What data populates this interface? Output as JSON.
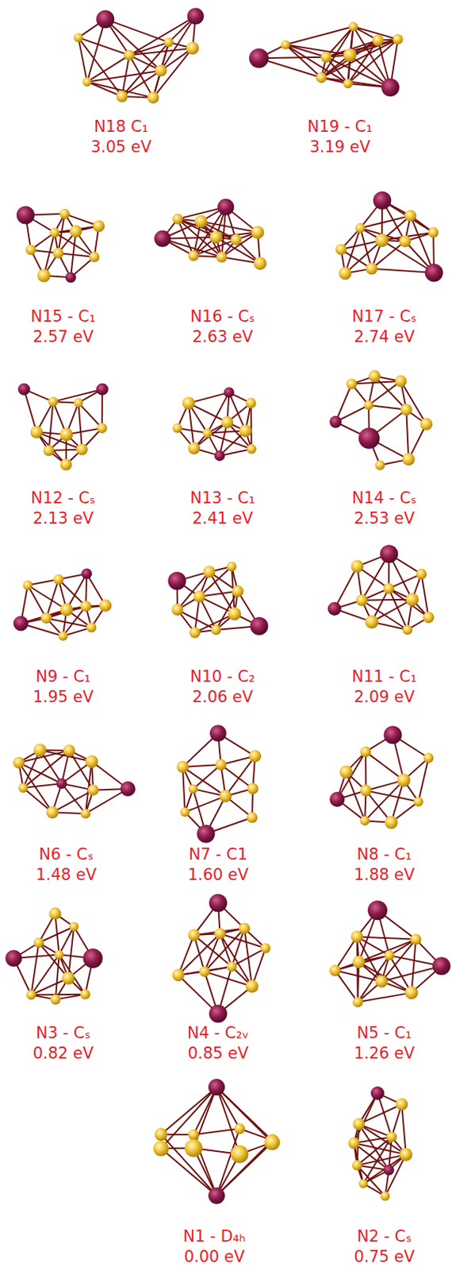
{
  "diagram": {
    "labels": [
      "N18 C₁",
      "3.05 eV",
      "N19 - C₁",
      "3.19 eV",
      "N15 - C₁",
      "2.57 eV",
      "N16 - Cₛ",
      "2.63 eV",
      "N17 - Cₛ",
      "2.74 eV",
      "N12 - Cₛ",
      "2.13 eV",
      "N13 - C₁",
      "2.41 eV",
      "N14 - Cₛ",
      "2.53 eV",
      "N9 - C₁",
      "1.95 eV",
      "N10 - C₂",
      "2.06 eV",
      "N11 - C₁",
      "2.09 eV",
      "N6 - Cₛ",
      "1.48 eV",
      "N7 - C1",
      "1.60 eV",
      "N8 - C₁",
      "1.88 eV",
      "N3 - Cₛ",
      "0.82 eV",
      "N4 - C₂ᵥ",
      "0.85 eV",
      "N5 - C₁",
      "1.26 eV",
      "N1 - D₄ₕ",
      "0.00 eV",
      "N2 - Cₛ",
      "0.75 eV"
    ]
  }
}
